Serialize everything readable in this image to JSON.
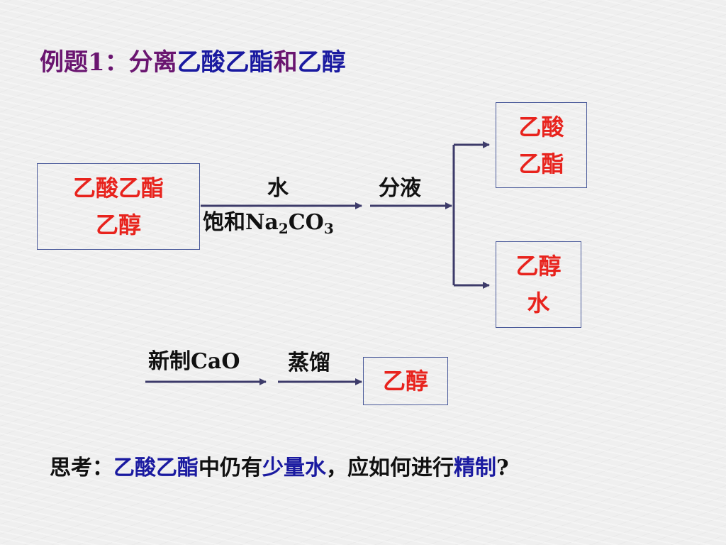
{
  "title": {
    "part1": "例题1：分离",
    "part2": "乙酸乙酯",
    "part3": "和",
    "part4": "乙醇",
    "colors": {
      "purple": "#6a1570",
      "blue": "#1a1aa0"
    }
  },
  "mixture_box": {
    "line1": "乙酸乙酯",
    "line2": "乙醇"
  },
  "step1": {
    "above": "水",
    "below_prefix": "饱和Na",
    "sub1": "2",
    "mid": "CO",
    "sub2": "3"
  },
  "step2": {
    "label": "分液"
  },
  "upper_product": {
    "line1": "乙酸",
    "line2": "乙酯"
  },
  "lower_product": {
    "line1": "乙醇",
    "line2": "水"
  },
  "step3": {
    "label": "新制CaO"
  },
  "step4": {
    "label": "蒸馏"
  },
  "final_product": {
    "label": "乙醇"
  },
  "question": {
    "p1": "思考：",
    "p2": "乙酸乙酯",
    "p3": "中仍有",
    "p4": "少量水",
    "p5": "，应如何进行",
    "p6": "精制",
    "p7": "?"
  },
  "colors": {
    "red": "#e8231d",
    "arrow": "#3d3b6a",
    "box_border": "#4a5a9a"
  }
}
